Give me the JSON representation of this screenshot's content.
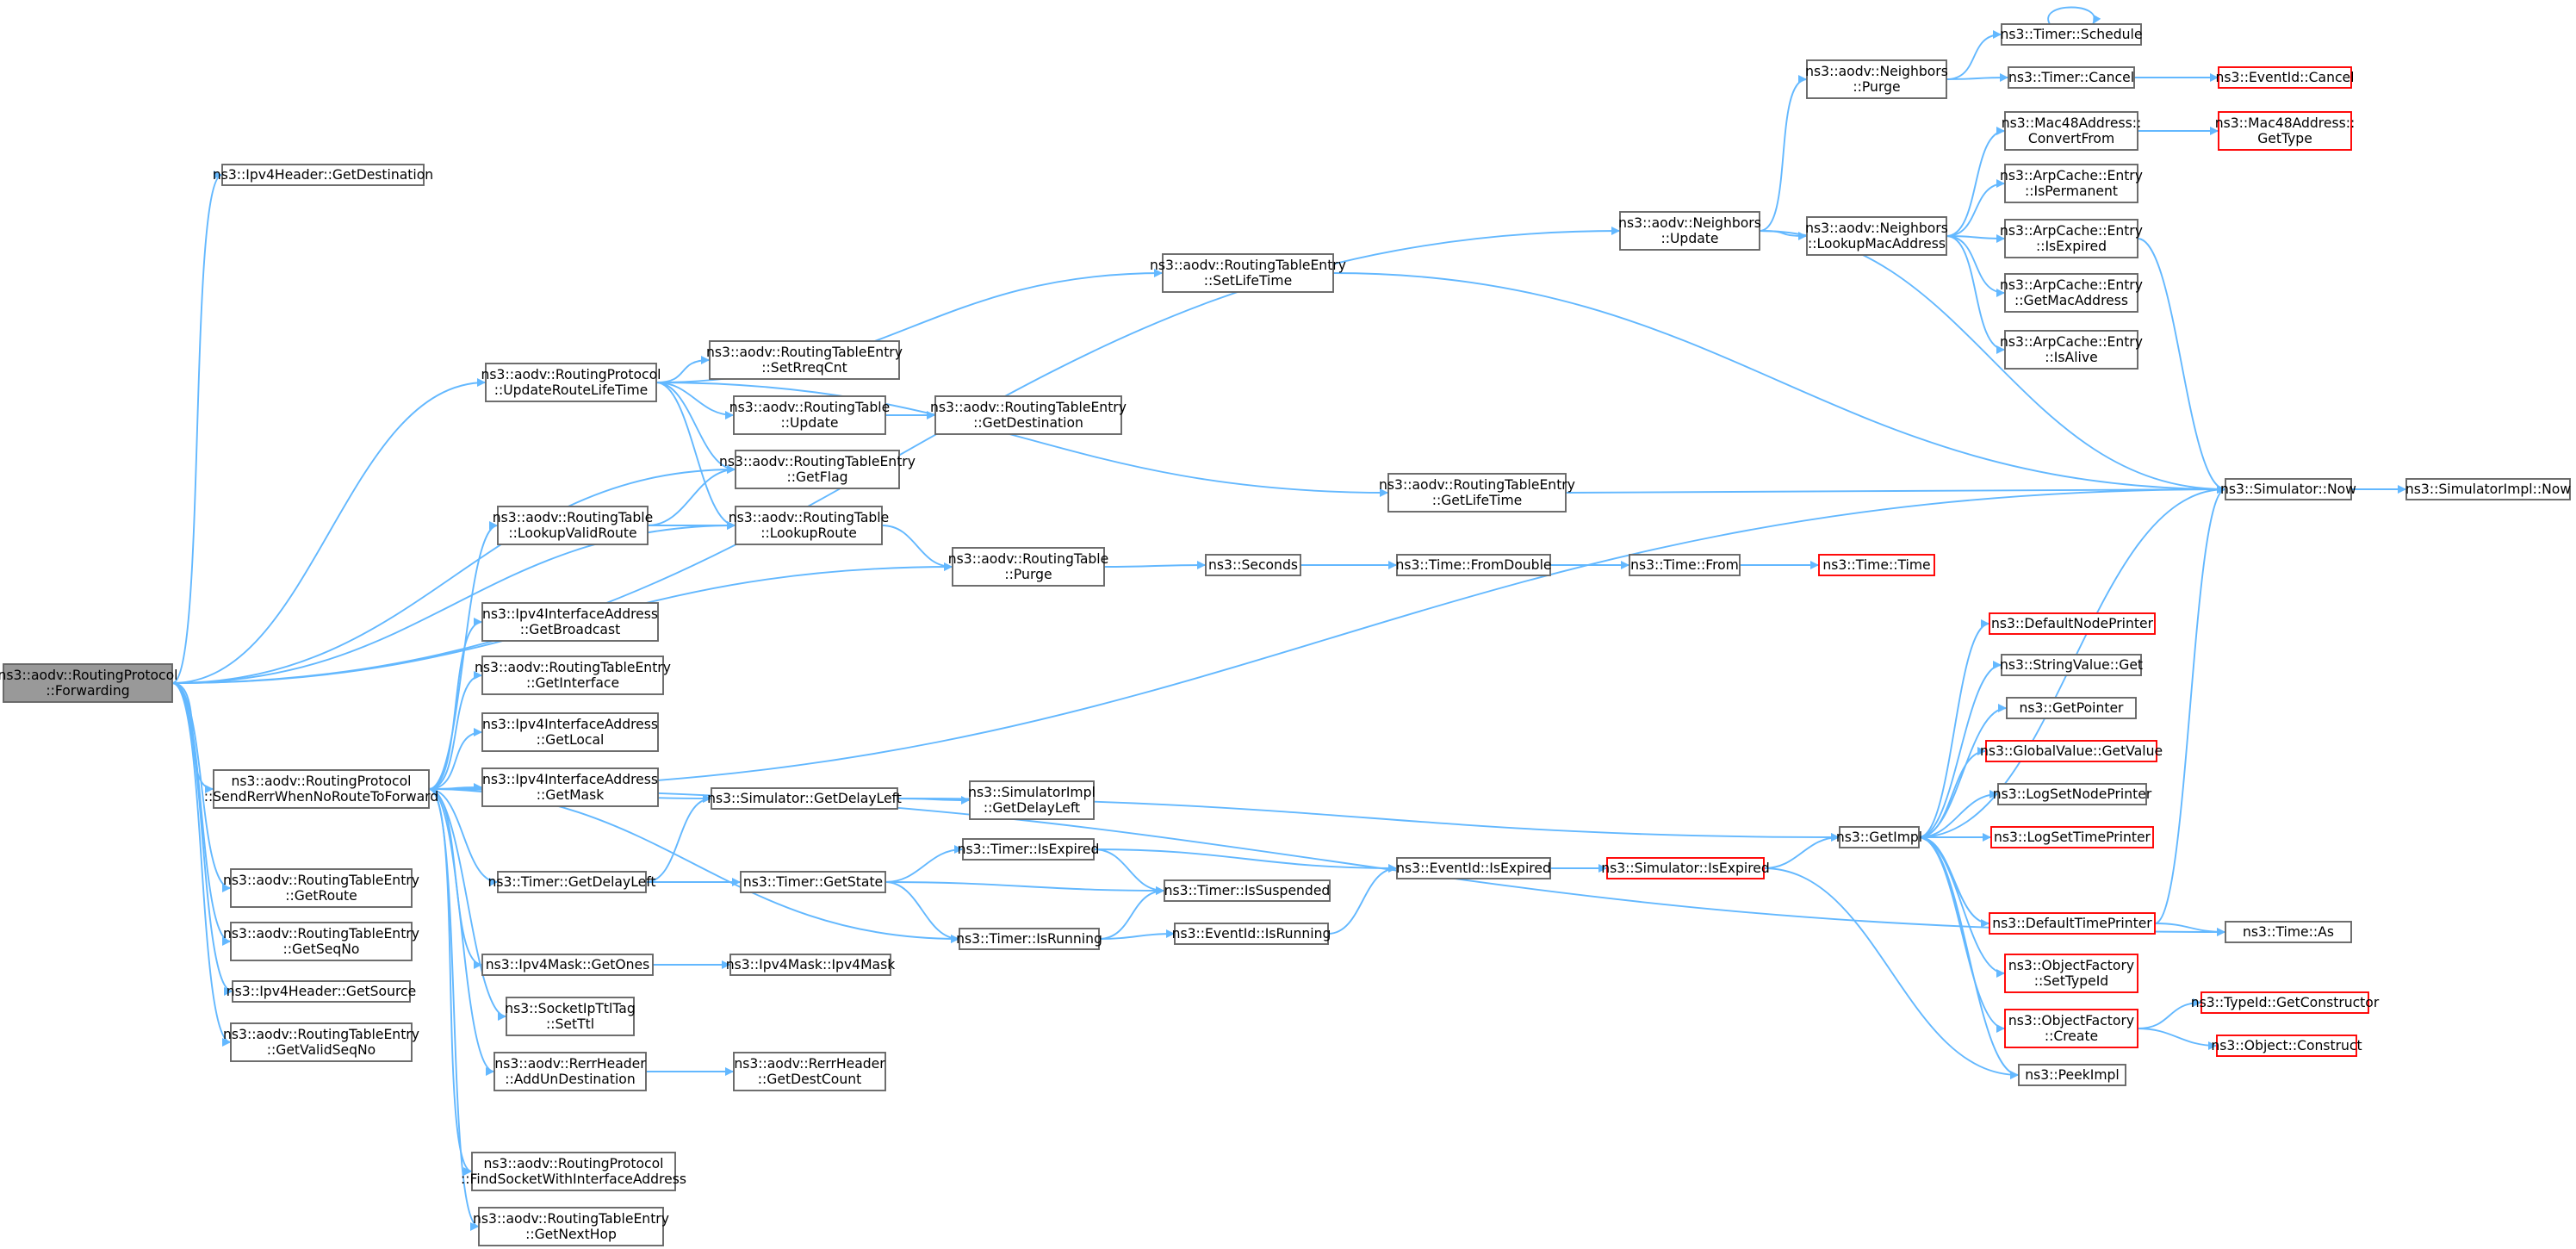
{
  "colors": {
    "edge": "#63b8ff",
    "node_border": "#666666",
    "node_border_missing": "#ff0000",
    "root_fill": "#999999"
  },
  "nodes": [
    {
      "id": "n0",
      "lines": [
        "ns3::aodv::RoutingProtocol",
        "::Forwarding"
      ],
      "style": "root"
    },
    {
      "id": "n1",
      "lines": [
        "ns3::Ipv4Header::GetDestination"
      ]
    },
    {
      "id": "n2",
      "lines": [
        "ns3::aodv::Neighbors",
        "::Update"
      ]
    },
    {
      "id": "n3",
      "lines": [
        "ns3::aodv::RoutingProtocol",
        "::UpdateRouteLifeTime"
      ]
    },
    {
      "id": "n4",
      "lines": [
        "ns3::aodv::RoutingTableEntry",
        "::GetFlag"
      ]
    },
    {
      "id": "n5",
      "lines": [
        "ns3::aodv::RoutingTable",
        "::LookupRoute"
      ]
    },
    {
      "id": "n6",
      "lines": [
        "ns3::aodv::RoutingTable",
        "::Purge"
      ]
    },
    {
      "id": "n7",
      "lines": [
        "ns3::aodv::RoutingProtocol",
        "::SendRerrWhenNoRouteToForward"
      ]
    },
    {
      "id": "n8",
      "lines": [
        "ns3::aodv::RoutingTableEntry",
        "::GetRoute"
      ]
    },
    {
      "id": "n9",
      "lines": [
        "ns3::aodv::RoutingTableEntry",
        "::GetSeqNo"
      ]
    },
    {
      "id": "n10",
      "lines": [
        "ns3::Ipv4Header::GetSource"
      ]
    },
    {
      "id": "n11",
      "lines": [
        "ns3::aodv::RoutingTableEntry",
        "::GetValidSeqNo"
      ]
    },
    {
      "id": "n12",
      "lines": [
        "ns3::aodv::Neighbors",
        "::Purge"
      ]
    },
    {
      "id": "n13",
      "lines": [
        "ns3::aodv::Neighbors",
        "::LookupMacAddress"
      ]
    },
    {
      "id": "n14",
      "lines": [
        "ns3::Simulator::Now"
      ]
    },
    {
      "id": "n15",
      "lines": [
        "ns3::Timer::Schedule"
      ]
    },
    {
      "id": "n16",
      "lines": [
        "ns3::Timer::Cancel"
      ]
    },
    {
      "id": "n17",
      "lines": [
        "ns3::EventId::Cancel"
      ],
      "style": "red"
    },
    {
      "id": "n18",
      "lines": [
        "ns3::Mac48Address::",
        "ConvertFrom"
      ]
    },
    {
      "id": "n19",
      "lines": [
        "ns3::ArpCache::Entry",
        "::IsPermanent"
      ]
    },
    {
      "id": "n20",
      "lines": [
        "ns3::ArpCache::Entry",
        "::IsExpired"
      ]
    },
    {
      "id": "n21",
      "lines": [
        "ns3::ArpCache::Entry",
        "::GetMacAddress"
      ]
    },
    {
      "id": "n22",
      "lines": [
        "ns3::ArpCache::Entry",
        "::IsAlive"
      ]
    },
    {
      "id": "n23",
      "lines": [
        "ns3::Mac48Address::",
        "GetType"
      ],
      "style": "red"
    },
    {
      "id": "n24",
      "lines": [
        "ns3::SimulatorImpl::Now"
      ]
    },
    {
      "id": "n25",
      "lines": [
        "ns3::aodv::RoutingTableEntry",
        "::SetLifeTime"
      ]
    },
    {
      "id": "n26",
      "lines": [
        "ns3::aodv::RoutingTableEntry",
        "::GetLifeTime"
      ]
    },
    {
      "id": "n27",
      "lines": [
        "ns3::aodv::RoutingTableEntry",
        "::SetRreqCnt"
      ]
    },
    {
      "id": "n28",
      "lines": [
        "ns3::aodv::RoutingTable",
        "::Update"
      ]
    },
    {
      "id": "n29",
      "lines": [
        "ns3::aodv::RoutingTableEntry",
        "::GetDestination"
      ]
    },
    {
      "id": "n30",
      "lines": [
        "ns3::Seconds"
      ]
    },
    {
      "id": "n31",
      "lines": [
        "ns3::Time::FromDouble"
      ]
    },
    {
      "id": "n32",
      "lines": [
        "ns3::Time::From"
      ]
    },
    {
      "id": "n33",
      "lines": [
        "ns3::Time::Time"
      ],
      "style": "red"
    },
    {
      "id": "n34",
      "lines": [
        "ns3::aodv::RoutingTable",
        "::LookupValidRoute"
      ]
    },
    {
      "id": "n35",
      "lines": [
        "ns3::Ipv4InterfaceAddress",
        "::GetBroadcast"
      ]
    },
    {
      "id": "n36",
      "lines": [
        "ns3::aodv::RoutingTableEntry",
        "::GetInterface"
      ]
    },
    {
      "id": "n37",
      "lines": [
        "ns3::Ipv4InterfaceAddress",
        "::GetLocal"
      ]
    },
    {
      "id": "n38",
      "lines": [
        "ns3::Ipv4InterfaceAddress",
        "::GetMask"
      ]
    },
    {
      "id": "n39",
      "lines": [
        "ns3::Simulator::GetDelayLeft"
      ]
    },
    {
      "id": "n40",
      "lines": [
        "ns3::SimulatorImpl",
        "::GetDelayLeft"
      ]
    },
    {
      "id": "n41",
      "lines": [
        "ns3::Timer::GetDelayLeft"
      ]
    },
    {
      "id": "n42",
      "lines": [
        "ns3::Timer::GetState"
      ]
    },
    {
      "id": "n43",
      "lines": [
        "ns3::Timer::IsExpired"
      ]
    },
    {
      "id": "n44",
      "lines": [
        "ns3::Timer::IsSuspended"
      ]
    },
    {
      "id": "n45",
      "lines": [
        "ns3::Timer::IsRunning"
      ]
    },
    {
      "id": "n46",
      "lines": [
        "ns3::EventId::IsExpired"
      ]
    },
    {
      "id": "n47",
      "lines": [
        "ns3::EventId::IsRunning"
      ]
    },
    {
      "id": "n48",
      "lines": [
        "ns3::Simulator::IsExpired"
      ],
      "style": "red"
    },
    {
      "id": "n49",
      "lines": [
        "ns3::GetImpl"
      ]
    },
    {
      "id": "n50",
      "lines": [
        "ns3::PeekImpl"
      ]
    },
    {
      "id": "n51",
      "lines": [
        "ns3::DefaultNodePrinter"
      ],
      "style": "red"
    },
    {
      "id": "n52",
      "lines": [
        "ns3::StringValue::Get"
      ]
    },
    {
      "id": "n53",
      "lines": [
        "ns3::GetPointer"
      ]
    },
    {
      "id": "n54",
      "lines": [
        "ns3::GlobalValue::GetValue"
      ],
      "style": "red"
    },
    {
      "id": "n55",
      "lines": [
        "ns3::LogSetNodePrinter"
      ]
    },
    {
      "id": "n56",
      "lines": [
        "ns3::LogSetTimePrinter"
      ],
      "style": "red"
    },
    {
      "id": "n57",
      "lines": [
        "ns3::DefaultTimePrinter"
      ],
      "style": "red"
    },
    {
      "id": "n58",
      "lines": [
        "ns3::Time::As"
      ]
    },
    {
      "id": "n59",
      "lines": [
        "ns3::ObjectFactory",
        "::SetTypeId"
      ],
      "style": "red"
    },
    {
      "id": "n60",
      "lines": [
        "ns3::ObjectFactory",
        "::Create"
      ],
      "style": "red"
    },
    {
      "id": "n61",
      "lines": [
        "ns3::TypeId::GetConstructor"
      ],
      "style": "red"
    },
    {
      "id": "n62",
      "lines": [
        "ns3::Object::Construct"
      ],
      "style": "red"
    },
    {
      "id": "n63",
      "lines": [
        "ns3::Ipv4Mask::GetOnes"
      ]
    },
    {
      "id": "n64",
      "lines": [
        "ns3::Ipv4Mask::Ipv4Mask"
      ]
    },
    {
      "id": "n65",
      "lines": [
        "ns3::SocketIpTtlTag",
        "::SetTtl"
      ]
    },
    {
      "id": "n66",
      "lines": [
        "ns3::aodv::RerrHeader",
        "::AddUnDestination"
      ]
    },
    {
      "id": "n67",
      "lines": [
        "ns3::aodv::RerrHeader",
        "::GetDestCount"
      ]
    },
    {
      "id": "n68",
      "lines": [
        "ns3::aodv::RoutingProtocol",
        "::FindSocketWithInterfaceAddress"
      ]
    },
    {
      "id": "n69",
      "lines": [
        "ns3::aodv::RoutingTableEntry",
        "::GetNextHop"
      ]
    }
  ],
  "edges": [
    [
      "n0",
      "n1"
    ],
    [
      "n0",
      "n2"
    ],
    [
      "n0",
      "n3"
    ],
    [
      "n0",
      "n4"
    ],
    [
      "n0",
      "n5"
    ],
    [
      "n0",
      "n6"
    ],
    [
      "n0",
      "n7"
    ],
    [
      "n0",
      "n8"
    ],
    [
      "n0",
      "n9"
    ],
    [
      "n0",
      "n10"
    ],
    [
      "n0",
      "n11"
    ],
    [
      "n2",
      "n12"
    ],
    [
      "n2",
      "n13"
    ],
    [
      "n2",
      "n14"
    ],
    [
      "n12",
      "n15"
    ],
    [
      "n12",
      "n16"
    ],
    [
      "n15",
      "n15"
    ],
    [
      "n16",
      "n17"
    ],
    [
      "n13",
      "n18"
    ],
    [
      "n13",
      "n19"
    ],
    [
      "n13",
      "n20"
    ],
    [
      "n13",
      "n21"
    ],
    [
      "n13",
      "n22"
    ],
    [
      "n18",
      "n23"
    ],
    [
      "n20",
      "n14"
    ],
    [
      "n14",
      "n24"
    ],
    [
      "n3",
      "n25"
    ],
    [
      "n3",
      "n26"
    ],
    [
      "n3",
      "n27"
    ],
    [
      "n3",
      "n28"
    ],
    [
      "n3",
      "n4"
    ],
    [
      "n3",
      "n5"
    ],
    [
      "n25",
      "n14"
    ],
    [
      "n26",
      "n14"
    ],
    [
      "n28",
      "n29"
    ],
    [
      "n5",
      "n6"
    ],
    [
      "n6",
      "n30"
    ],
    [
      "n30",
      "n31"
    ],
    [
      "n31",
      "n32"
    ],
    [
      "n32",
      "n33"
    ],
    [
      "n7",
      "n34"
    ],
    [
      "n7",
      "n35"
    ],
    [
      "n7",
      "n36"
    ],
    [
      "n7",
      "n37"
    ],
    [
      "n7",
      "n38"
    ],
    [
      "n7",
      "n39"
    ],
    [
      "n7",
      "n41"
    ],
    [
      "n7",
      "n45"
    ],
    [
      "n7",
      "n63"
    ],
    [
      "n7",
      "n65"
    ],
    [
      "n7",
      "n66"
    ],
    [
      "n7",
      "n68"
    ],
    [
      "n7",
      "n69"
    ],
    [
      "n7",
      "n14"
    ],
    [
      "n7",
      "n58"
    ],
    [
      "n34",
      "n4"
    ],
    [
      "n34",
      "n5"
    ],
    [
      "n39",
      "n40"
    ],
    [
      "n39",
      "n49"
    ],
    [
      "n41",
      "n39"
    ],
    [
      "n41",
      "n42"
    ],
    [
      "n42",
      "n43"
    ],
    [
      "n42",
      "n44"
    ],
    [
      "n42",
      "n45"
    ],
    [
      "n43",
      "n44"
    ],
    [
      "n43",
      "n46"
    ],
    [
      "n45",
      "n44"
    ],
    [
      "n45",
      "n47"
    ],
    [
      "n47",
      "n46"
    ],
    [
      "n46",
      "n48"
    ],
    [
      "n48",
      "n49"
    ],
    [
      "n48",
      "n50"
    ],
    [
      "n49",
      "n14"
    ],
    [
      "n49",
      "n51"
    ],
    [
      "n49",
      "n52"
    ],
    [
      "n49",
      "n53"
    ],
    [
      "n49",
      "n54"
    ],
    [
      "n49",
      "n55"
    ],
    [
      "n49",
      "n56"
    ],
    [
      "n49",
      "n57"
    ],
    [
      "n49",
      "n59"
    ],
    [
      "n49",
      "n60"
    ],
    [
      "n49",
      "n50"
    ],
    [
      "n57",
      "n14"
    ],
    [
      "n57",
      "n58"
    ],
    [
      "n57",
      "n49"
    ],
    [
      "n60",
      "n61"
    ],
    [
      "n60",
      "n62"
    ],
    [
      "n63",
      "n64"
    ],
    [
      "n66",
      "n67"
    ]
  ]
}
